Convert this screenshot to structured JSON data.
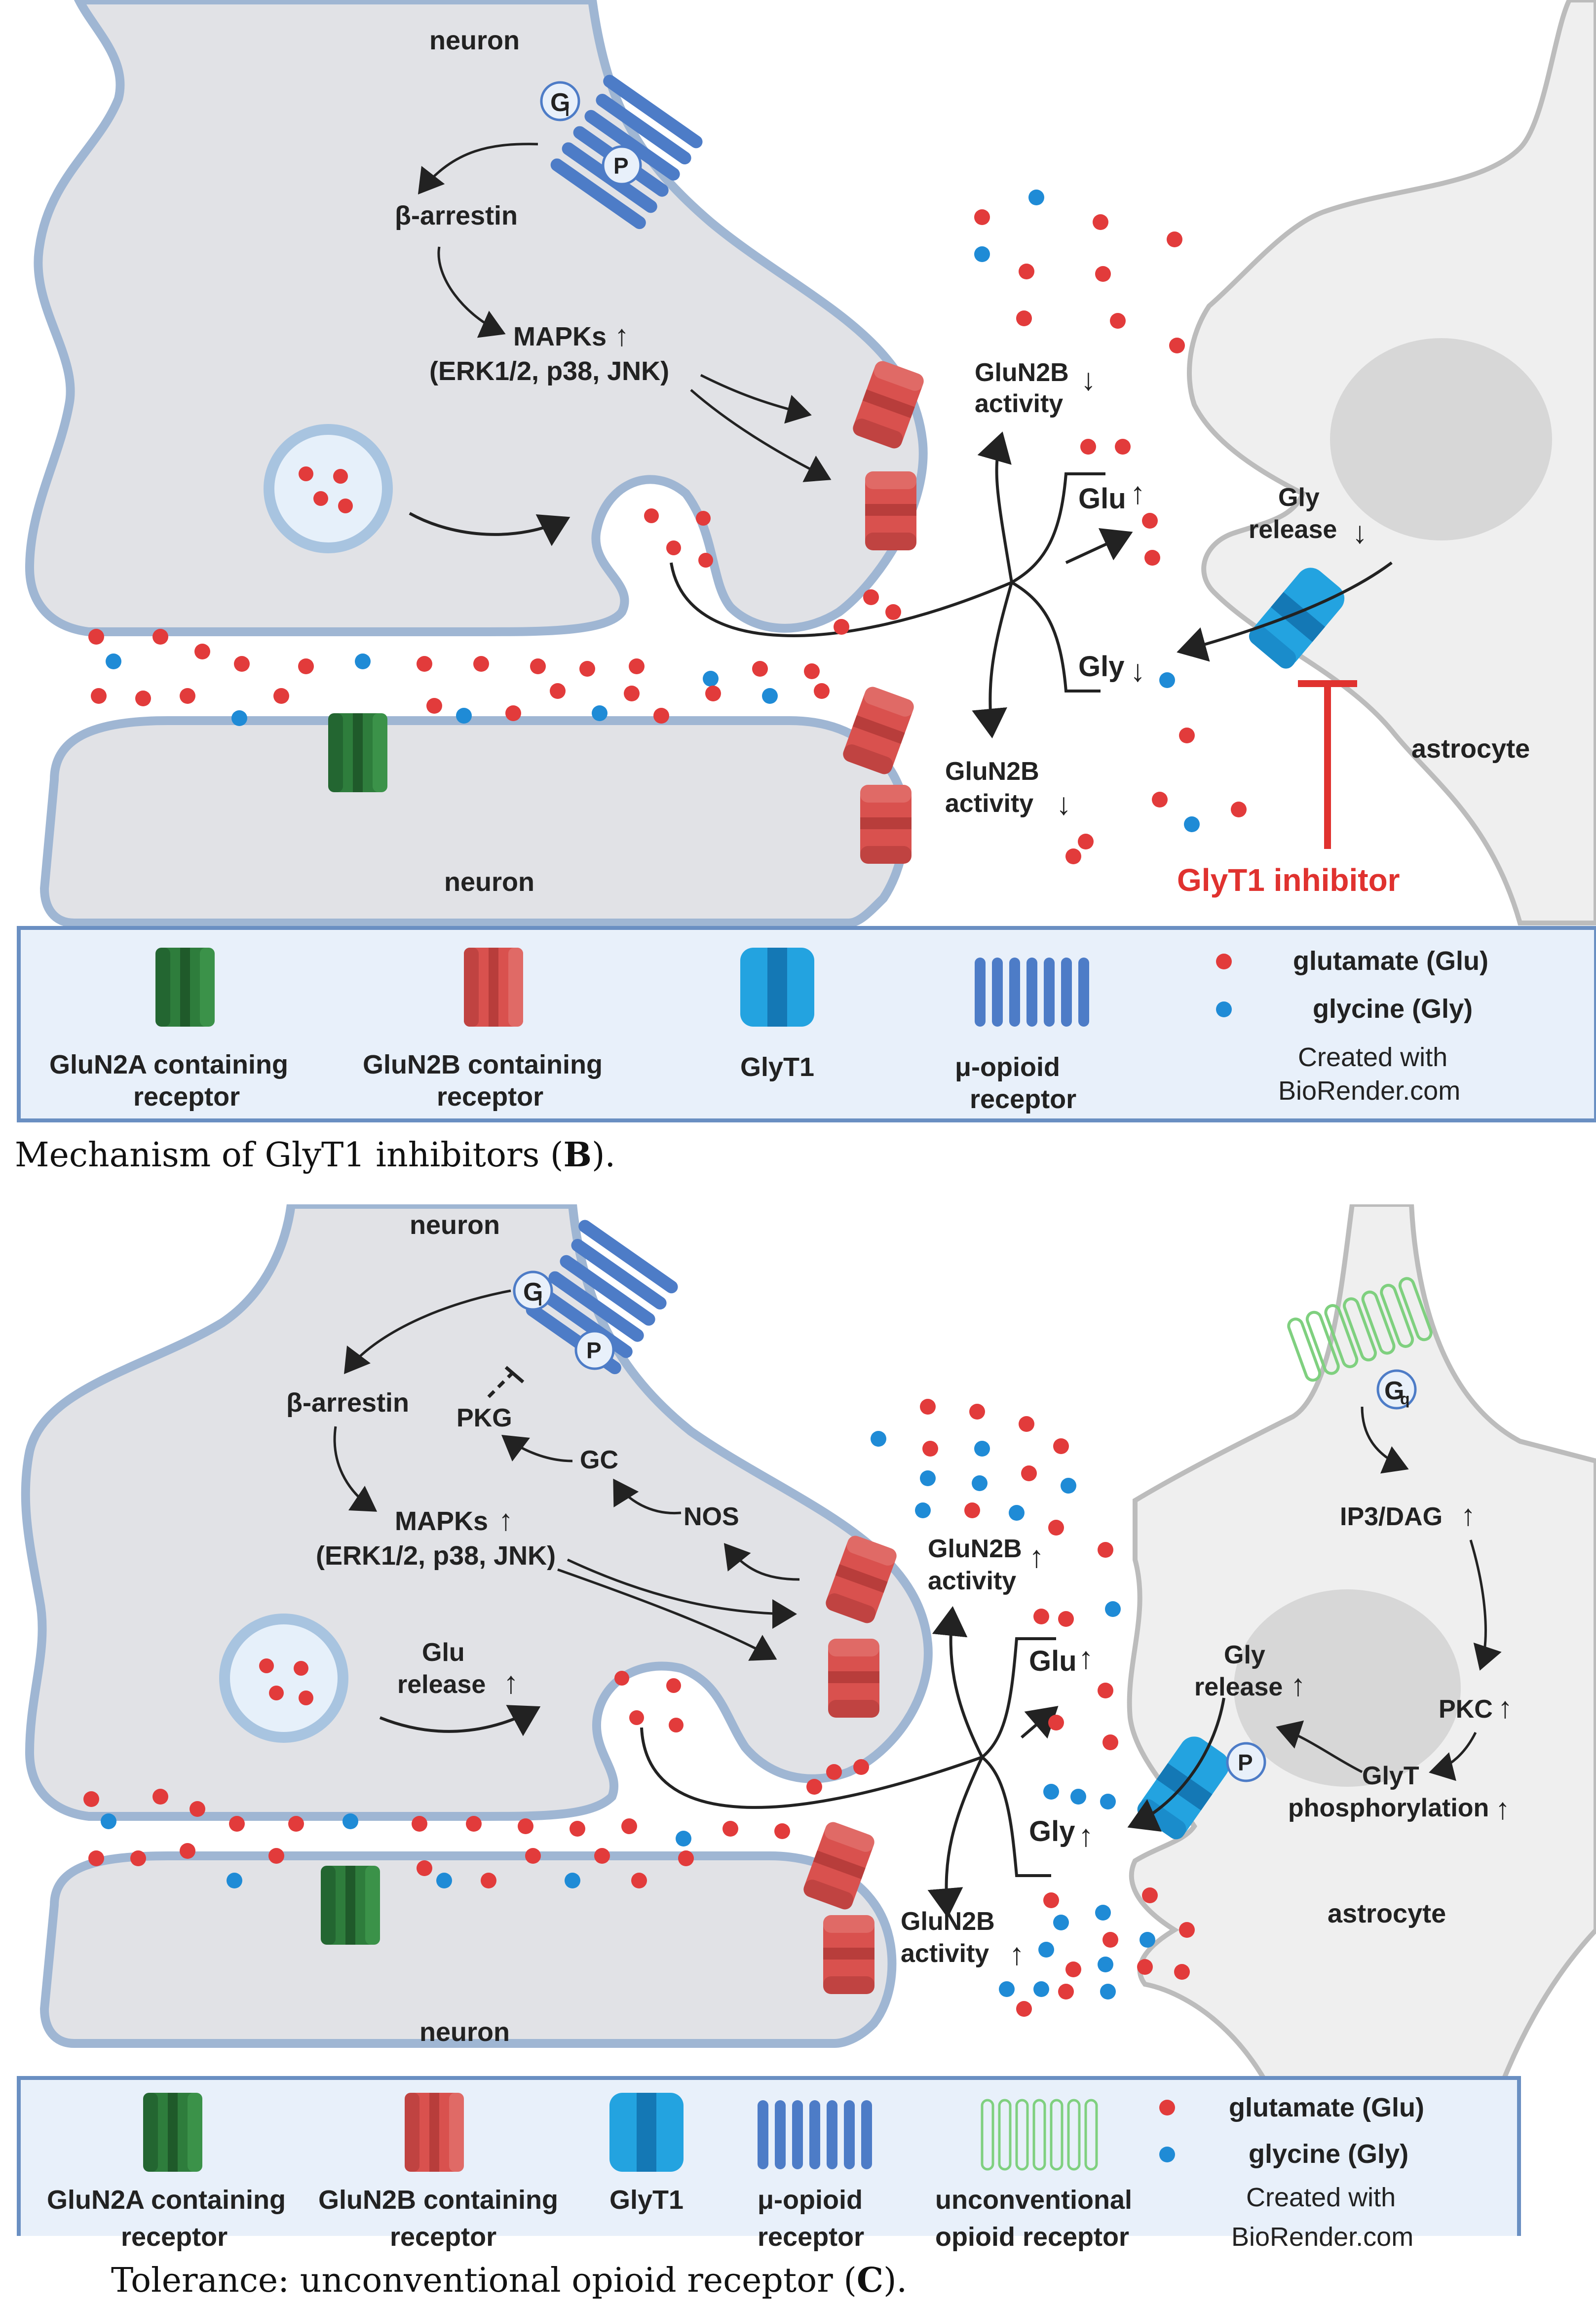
{
  "colors": {
    "glutamate": "#e23b3b",
    "glycine": "#1f8bd6",
    "neuron_fill": "#e3e4e7",
    "neuron_stroke": "#9fb6d3",
    "glun2a": "#2e7d3c",
    "glun2b": "#d9514e",
    "glyt1": "#23a3e0",
    "opioid": "#4d7cc7",
    "unconventional_opioid": "#7fd07f",
    "inhibitor_red": "#e0322f",
    "legend_bg": "#e8f0fa"
  },
  "panel_b": {
    "caption_text": "Mechanism of GlyT1 inhibitors (",
    "caption_letter": "B",
    "caption_end": ").",
    "labels": {
      "neuron_top": "neuron",
      "neuron_bottom": "neuron",
      "astrocyte": "astrocyte",
      "gi": "G",
      "gi_sub": "i",
      "p": "P",
      "beta_arrestin": "β-arrestin",
      "mapks": "MAPKs",
      "mapks_detail": "(ERK1/2, p38, JNK)",
      "glun2b_activity_top_1": "GluN2B",
      "glun2b_activity_top_2": "activity",
      "glun2b_activity_bottom_1": "GluN2B",
      "glun2b_activity_bottom_2": "activity",
      "glu": "Glu",
      "gly": "Gly",
      "gly_release_1": "Gly",
      "gly_release_2": "release",
      "inhibitor": "GlyT1 inhibitor",
      "up": "↑",
      "down": "↓"
    }
  },
  "panel_c": {
    "caption_text": "Tolerance: unconventional opioid receptor (",
    "caption_letter": "C",
    "caption_end": ").",
    "labels": {
      "neuron_top": "neuron",
      "neuron_bottom": "neuron",
      "astrocyte": "astrocyte",
      "gi": "G",
      "gi_sub": "i",
      "gq": "G",
      "gq_sub": "q",
      "p": "P",
      "p2": "P",
      "beta_arrestin": "β-arrestin",
      "pkg": "PKG",
      "gc": "GC",
      "nos": "NOS",
      "mapks": "MAPKs",
      "mapks_detail": "(ERK1/2, p38, JNK)",
      "glu_release_1": "Glu",
      "glu_release_2": "release",
      "glun2b_activity_top_1": "GluN2B",
      "glun2b_activity_top_2": "activity",
      "glun2b_activity_bottom_1": "GluN2B",
      "glun2b_activity_bottom_2": "activity",
      "glu": "Glu",
      "gly": "Gly",
      "gly_release_1": "Gly",
      "gly_release_2": "release",
      "ip3dag": "IP3/DAG",
      "pkc": "PKC",
      "glyt_phos_1": "GlyT",
      "glyt_phos_2": "phosphorylation",
      "up": "↑"
    }
  },
  "legend_b": {
    "glun2a_1": "GluN2A containing",
    "glun2a_2": "receptor",
    "glun2b_1": "GluN2B containing",
    "glun2b_2": "receptor",
    "glyt1": "GlyT1",
    "opioid_1": "μ-opioid",
    "opioid_2": "receptor",
    "glutamate": "glutamate (Glu)",
    "glycine": "glycine (Gly)",
    "created_1": "Created with",
    "created_2": "BioRender.com"
  },
  "legend_c": {
    "glun2a_1": "GluN2A containing",
    "glun2a_2": "receptor",
    "glun2b_1": "GluN2B containing",
    "glun2b_2": "receptor",
    "glyt1": "GlyT1",
    "opioid_1": "μ-opioid",
    "opioid_2": "receptor",
    "unconv_1": "unconventional",
    "unconv_2": "opioid receptor",
    "glutamate": "glutamate (Glu)",
    "glycine": "glycine (Gly)",
    "created_1": "Created with",
    "created_2": "BioRender.com"
  }
}
